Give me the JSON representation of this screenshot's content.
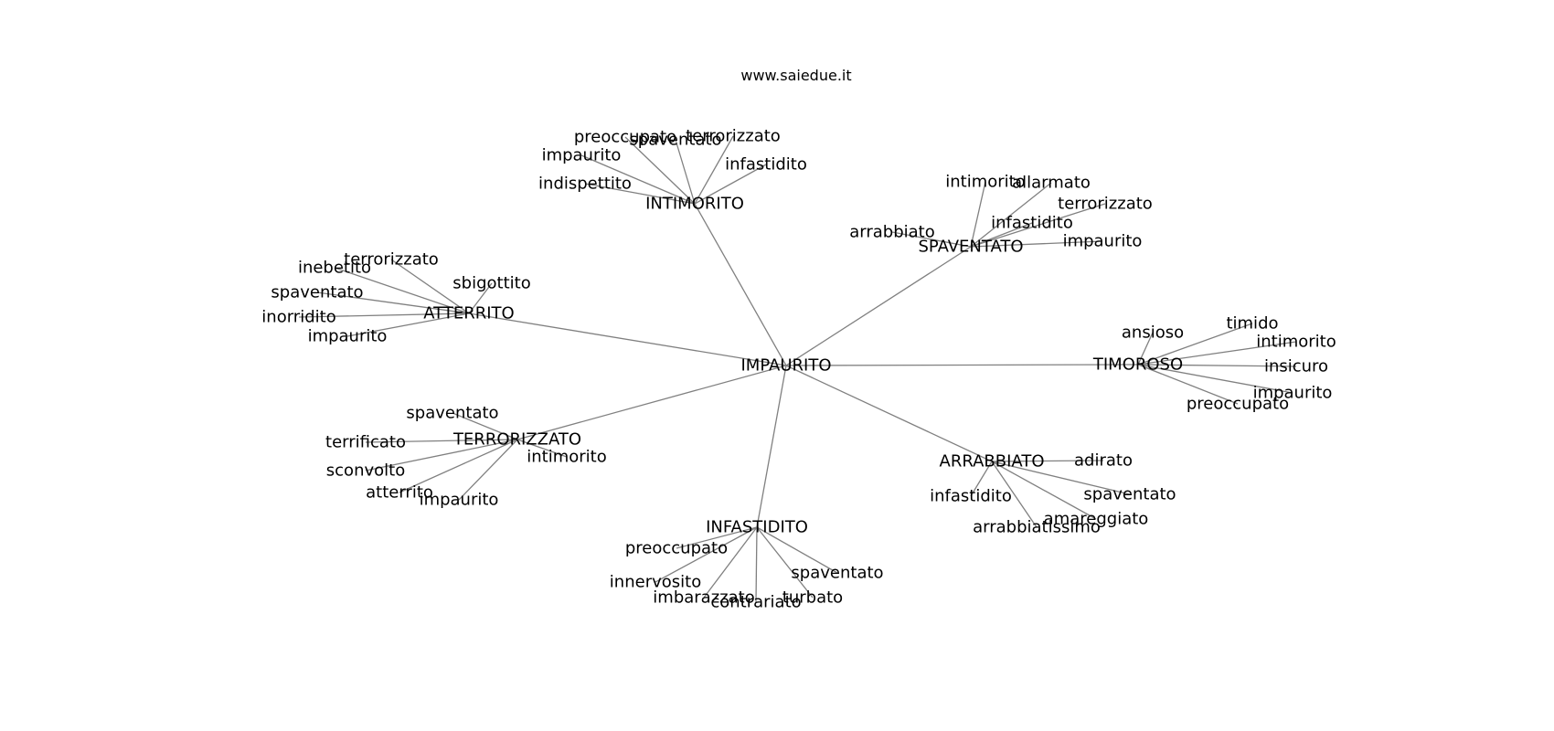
{
  "header": {
    "title": "www.saiedue.it"
  },
  "colors": {
    "edge": "#808080",
    "text": "#000000",
    "background": "#ffffff"
  },
  "graph": {
    "root": "IMPAURITO",
    "groups": [
      {
        "hub": "INTIMORITO",
        "leaves": [
          "preoccupato",
          "spaventato",
          "terrorizzato",
          "impaurito",
          "infastidito",
          "indispettito"
        ]
      },
      {
        "hub": "SPAVENTATO",
        "leaves": [
          "intimorito",
          "allarmato",
          "terrorizzato",
          "infastidito",
          "arrabbiato",
          "impaurito"
        ]
      },
      {
        "hub": "ATTERRITO",
        "leaves": [
          "terrorizzato",
          "inebetito",
          "sbigottito",
          "spaventato",
          "inorridito",
          "impaurito"
        ]
      },
      {
        "hub": "TIMOROSO",
        "leaves": [
          "ansioso",
          "timido",
          "intimorito",
          "insicuro",
          "impaurito",
          "preoccupato"
        ]
      },
      {
        "hub": "TERRORIZZATO",
        "leaves": [
          "spaventato",
          "terrificato",
          "intimorito",
          "sconvolto",
          "atterrito",
          "impaurito"
        ]
      },
      {
        "hub": "ARRABBIATO",
        "leaves": [
          "adirato",
          "infastidito",
          "spaventato",
          "amareggiato",
          "arrabbiatissimo"
        ]
      },
      {
        "hub": "INFASTIDITO",
        "leaves": [
          "preoccupato",
          "spaventato",
          "innervosito",
          "imbarazzato",
          "contrariato",
          "turbato"
        ]
      }
    ]
  }
}
